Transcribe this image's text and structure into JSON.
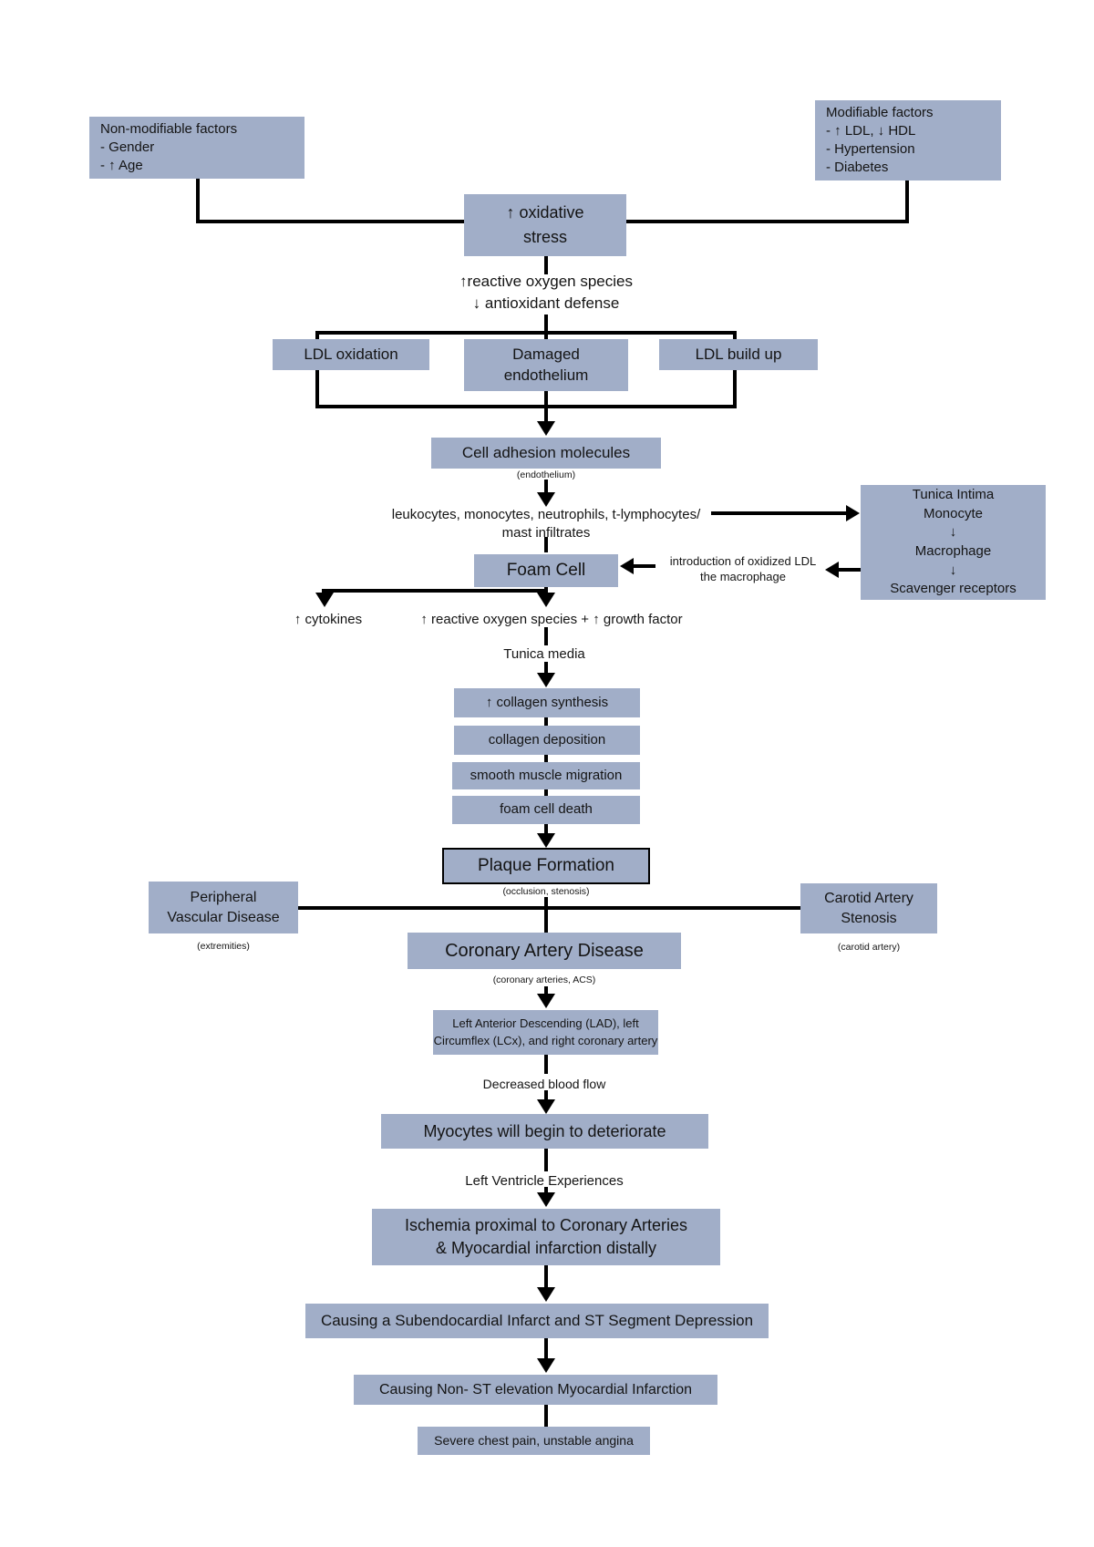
{
  "colors": {
    "box_fill": "#a1aec8",
    "line": "#000000",
    "text": "#141414",
    "background": "#ffffff"
  },
  "risk_factors": {
    "non_modifiable": "Non-modifiable factors\n- Gender\n- ↑ Age",
    "modifiable": "Modifiable factors\n- ↑ LDL, ↓ HDL\n- Hypertension\n- Diabetes"
  },
  "flow": {
    "oxidative_stress": "↑ oxidative\nstress",
    "ros_defense": "↑reactive oxygen species\n↓ antioxidant defense",
    "ldl_oxidation": "LDL oxidation",
    "damaged_endothelium": "Damaged\nendothelium",
    "ldl_build_up": "LDL build up",
    "cell_adhesion": "Cell adhesion molecules",
    "cell_adhesion_sub": "(endothelium)",
    "leukocytes": "leukocytes, monocytes, neutrophils, t-lymphocytes/\nmast infiltrates",
    "foam_cell": "Foam Cell",
    "oxidized_ldl_note": "introduction of oxidized LDL\nthe macrophage",
    "tunica_intima": "Tunica Intima\nMonocyte\n↓\nMacrophage\n↓\nScavenger receptors",
    "cytokines": "↑ cytokines",
    "ros_growth": "↑ reactive oxygen species + ↑ growth factor",
    "tunica_media": "Tunica media",
    "collagen_synthesis": "↑ collagen synthesis",
    "collagen_deposition": "collagen deposition",
    "smooth_muscle_migration": "smooth muscle migration",
    "foam_cell_death": "foam cell death",
    "plaque_formation": "Plaque Formation",
    "plaque_sub": "(occlusion, stenosis)",
    "pvd": "Peripheral\nVascular Disease",
    "pvd_sub": "(extremities)",
    "carotid": "Carotid Artery\nStenosis",
    "carotid_sub": "(carotid artery)",
    "cad": "Coronary Artery Disease",
    "cad_sub": "(coronary arteries, ACS)",
    "lad": "Left Anterior Descending (LAD), left\nCircumflex (LCx), and right coronary artery",
    "decreased_flow": "Decreased blood flow",
    "myocytes": "Myocytes will begin to deteriorate",
    "left_ventricle": "Left Ventricle Experiences",
    "ischemia": "Ischemia proximal to Coronary Arteries\n& Myocardial infarction distally",
    "subendocardial": "Causing a Subendocardial Infarct and ST Segment Depression",
    "nstemi": "Causing Non- ST elevation Myocardial Infarction",
    "chest_pain": "Severe chest pain, unstable angina"
  }
}
